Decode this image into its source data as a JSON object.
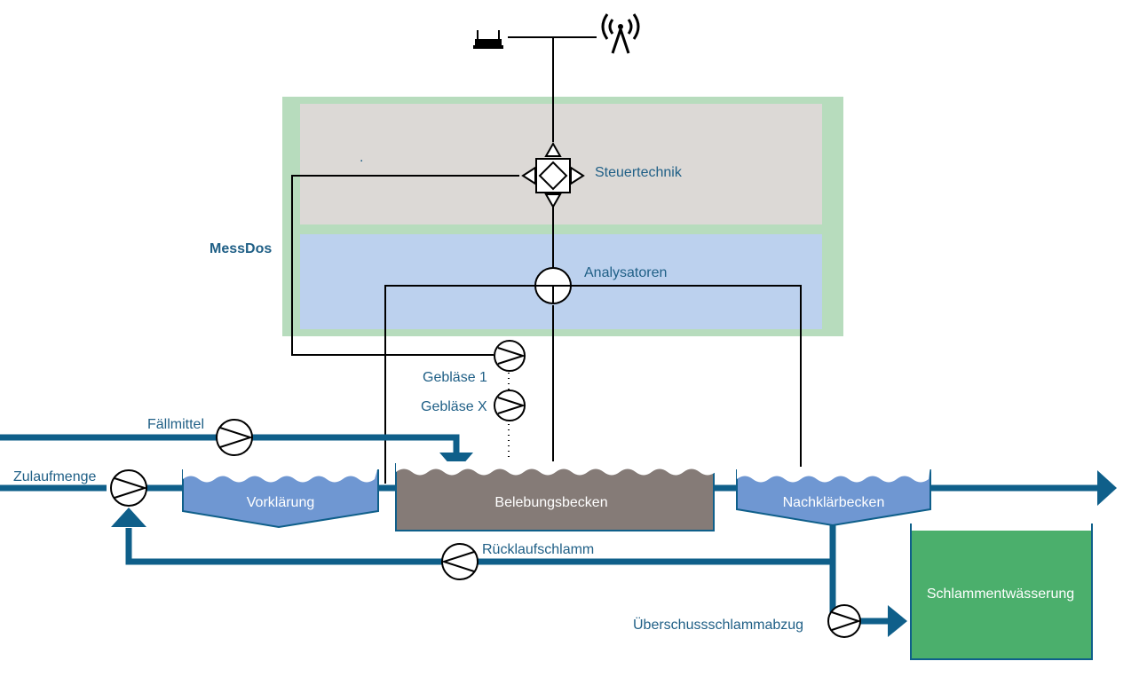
{
  "labels": {
    "messdos": "MessDos",
    "steuertechnik": "Steuertechnik",
    "analysatoren": "Analysatoren",
    "geblaese1": "Gebläse 1",
    "geblaeseX": "Gebläse X",
    "faellmittel": "Fällmittel",
    "zulaufmenge": "Zulaufmenge",
    "vorklaerung": "Vorklärung",
    "belebungsbecken": "Belebungsbecken",
    "nachklaerbecken": "Nachklärbecken",
    "ruecklaufschlamm": "Rücklaufschlamm",
    "ueberschuss": "Überschussschlammabzug",
    "schlammentwaesserung": "Schlammentwässerung",
    "dot": "."
  },
  "colors": {
    "pipe": "#0f5f8a",
    "control_line": "#000000",
    "messdos_frame": "#b7dcbd",
    "steuer_panel": "#dcd9d6",
    "analysator_panel": "#bcd1ee",
    "clarifier": "#6f97d2",
    "aeration_tank": "#857b77",
    "sludge_dewatering": "#4baf6c",
    "label_text": "#1f5f86"
  },
  "icons": [
    "router-icon",
    "antenna-icon",
    "controller-icon",
    "analyzer-icon",
    "pump-icon",
    "arrow-icon"
  ]
}
